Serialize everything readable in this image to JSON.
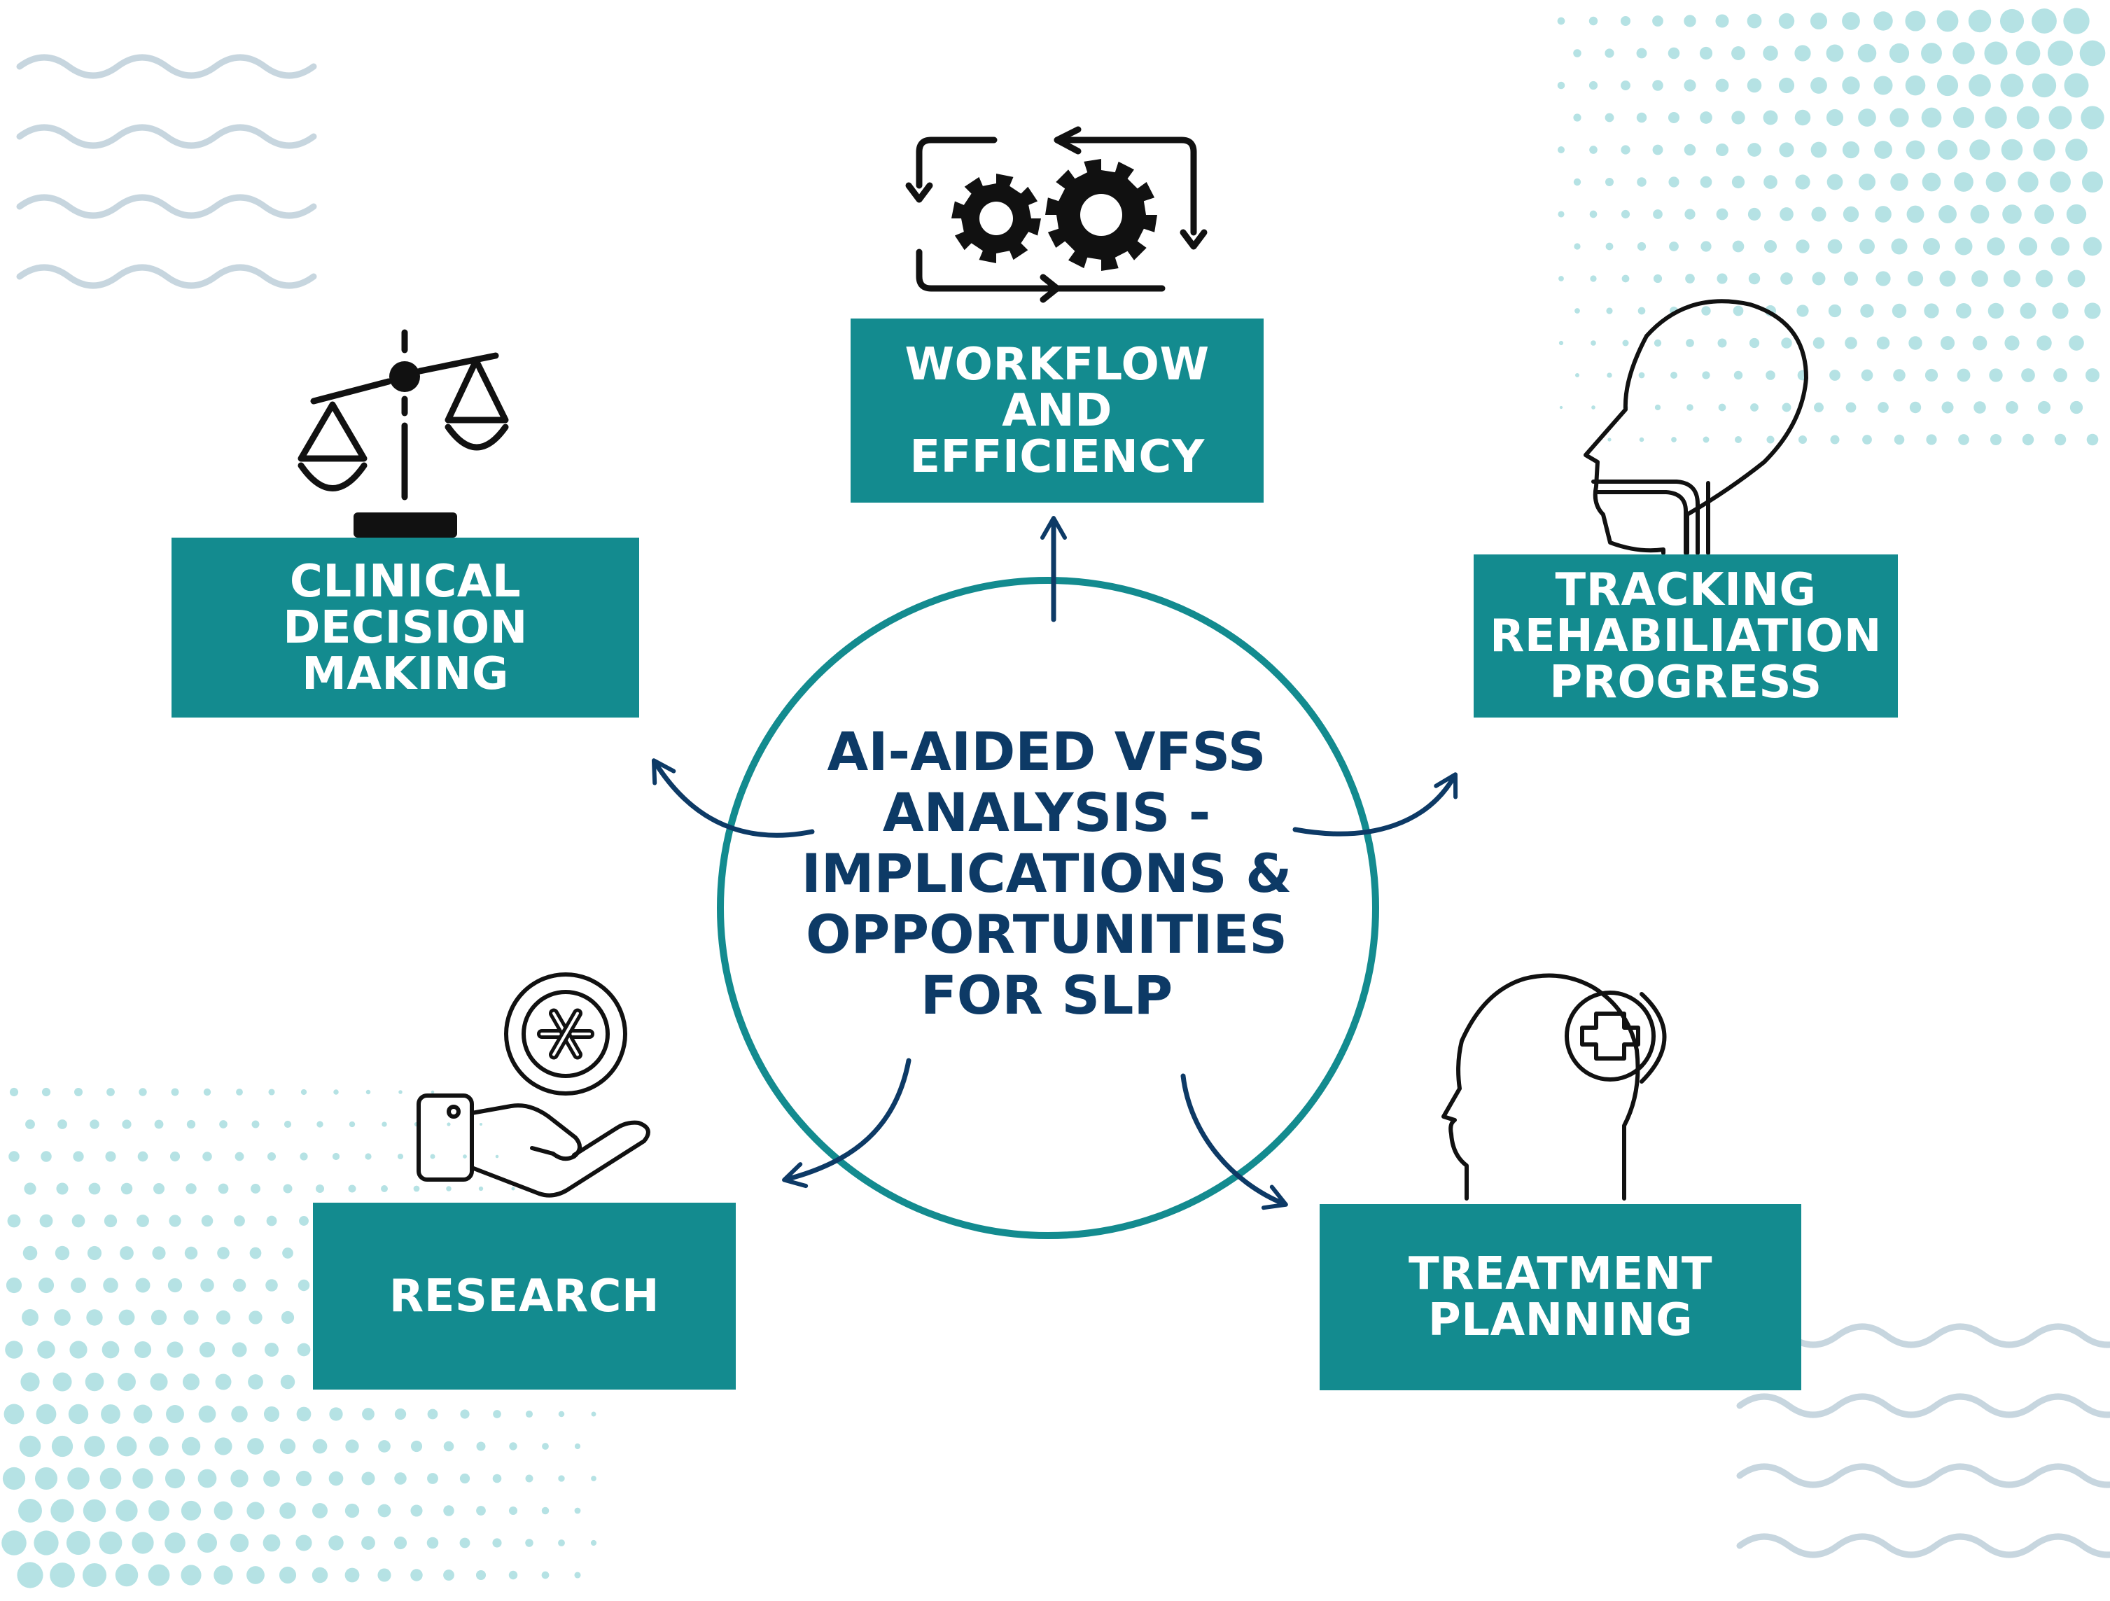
{
  "center": {
    "title": "AI-AIDED VFSS\nANALYSIS -\nIMPLICATIONS &\nOPPORTUNITIES\nFOR SLP"
  },
  "boxes": {
    "workflow": "WORKFLOW AND\nEFFICIENCY",
    "clinical": "CLINICAL\nDECISION\nMAKING",
    "tracking": "TRACKING\nREHABILIATION\nPROGRESS",
    "research": "RESEARCH",
    "treatment": "TREATMENT\nPLANNING"
  },
  "icons": {
    "workflow": "gears-cycle-icon",
    "clinical": "balance-scale-icon",
    "tracking": "head-profile-swallow-icon",
    "research": "hand-holding-medical-icon",
    "treatment": "head-medical-cross-icon"
  },
  "colors": {
    "box_fill": "#138b8f",
    "box_text": "#ffffff",
    "circle_stroke": "#138b8f",
    "title_text": "#0d3a66",
    "arrow": "#0d3a66",
    "dots": "#b5e2e4",
    "waves": "#c7d6df"
  }
}
